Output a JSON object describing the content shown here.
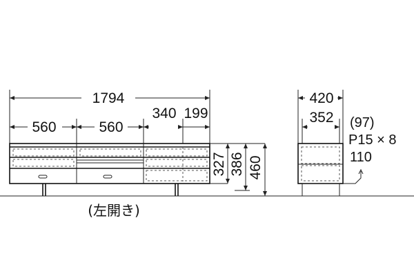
{
  "front_view": {
    "total_width": "1794",
    "drawer_width_1": "560",
    "drawer_width_2": "560",
    "section_width": "340",
    "right_section_width": "199",
    "height_inner": "327",
    "height_mid": "386",
    "height_total": "460",
    "caption": "(左開き)"
  },
  "side_view": {
    "depth_total": "420",
    "depth_inner": "352",
    "note_1": "(97)",
    "note_2": "P15 × 8",
    "note_3": "110"
  },
  "colors": {
    "line": "#222222",
    "body_fill": "#ffffff"
  }
}
